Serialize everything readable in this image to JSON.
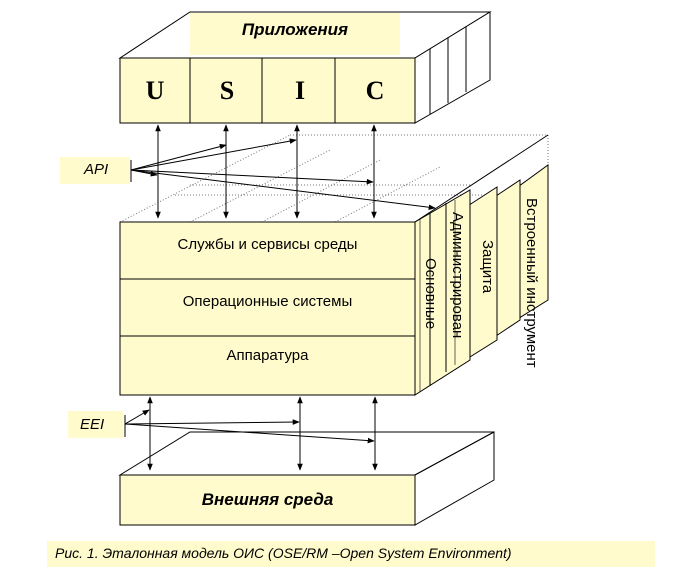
{
  "applications": {
    "title": "Приложения",
    "modules": [
      "U",
      "S",
      "I",
      "C"
    ]
  },
  "interfaces": {
    "api": "API",
    "eei": "EEI"
  },
  "layers": [
    "Службы и сервисы среды",
    "Операционные системы",
    "Аппаратура"
  ],
  "side_panels": [
    "Основные",
    "Администрирован",
    "Защита",
    "Встроенный инструмент"
  ],
  "environment": "Внешняя среда",
  "caption": "Рис. 1.  Эталонная модель ОИС (OSE/RM –Open System Environment)",
  "colors": {
    "fill": "#fffbcc",
    "line": "#000000"
  }
}
